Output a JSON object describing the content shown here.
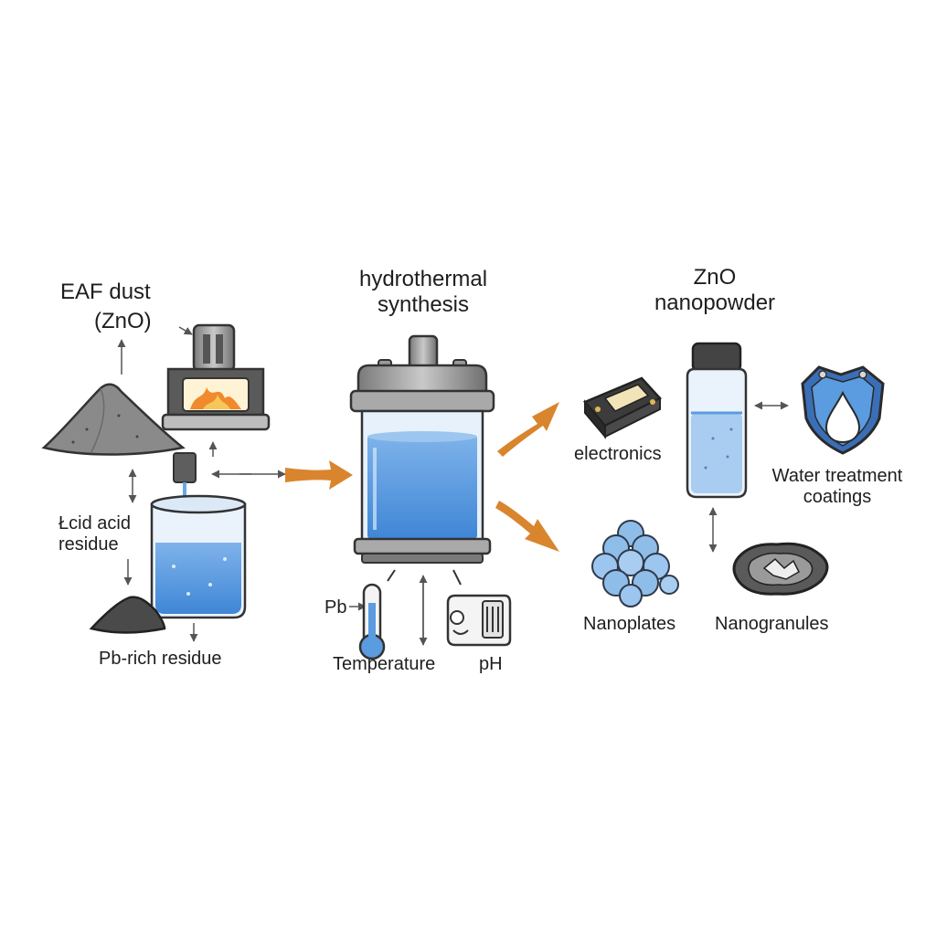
{
  "labels": {
    "eaf_dust_line1": "EAF dust",
    "eaf_dust_line2": "(ZnO)",
    "acid_residue_line1": "Łcid acid",
    "acid_residue_line2": "residue",
    "pb_rich_residue": "Pb-rich residue",
    "hydrothermal_line1": "hydrothermal",
    "hydrothermal_line2": "synthesis",
    "pb": "Pb",
    "temperature": "Temperature",
    "ph": "pH",
    "zno_line1": "ZnO",
    "zno_line2": "nanopowder",
    "electronics": "electronics",
    "water_treatment_line1": "Water treatment",
    "water_treatment_line2": "coatings",
    "nanoplates": "Nanoplates",
    "nanogranules": "Nanogranules"
  },
  "icons": {
    "dust_pile": "dust-pile-icon",
    "furnace": "furnace-icon",
    "leach_beaker": "beaker-icon",
    "residue_pile": "residue-pile-icon",
    "reactor": "autoclave-reactor-icon",
    "thermometer": "thermometer-icon",
    "ph_meter": "ph-meter-icon",
    "vial": "vial-icon",
    "chip": "electronics-chip-icon",
    "shield": "water-shield-icon",
    "nanoplates": "nanoplates-cluster-icon",
    "nanogranule": "nanogranule-icon"
  },
  "colors": {
    "liquid_blue": "#5b9be0",
    "liquid_light": "#a9cdf0",
    "flow_arrow": "#d9852e",
    "outline": "#333333",
    "metal_gray": "#8c8c8c",
    "dust_gray": "#8a8a8a",
    "flame": "#f08a2c"
  }
}
